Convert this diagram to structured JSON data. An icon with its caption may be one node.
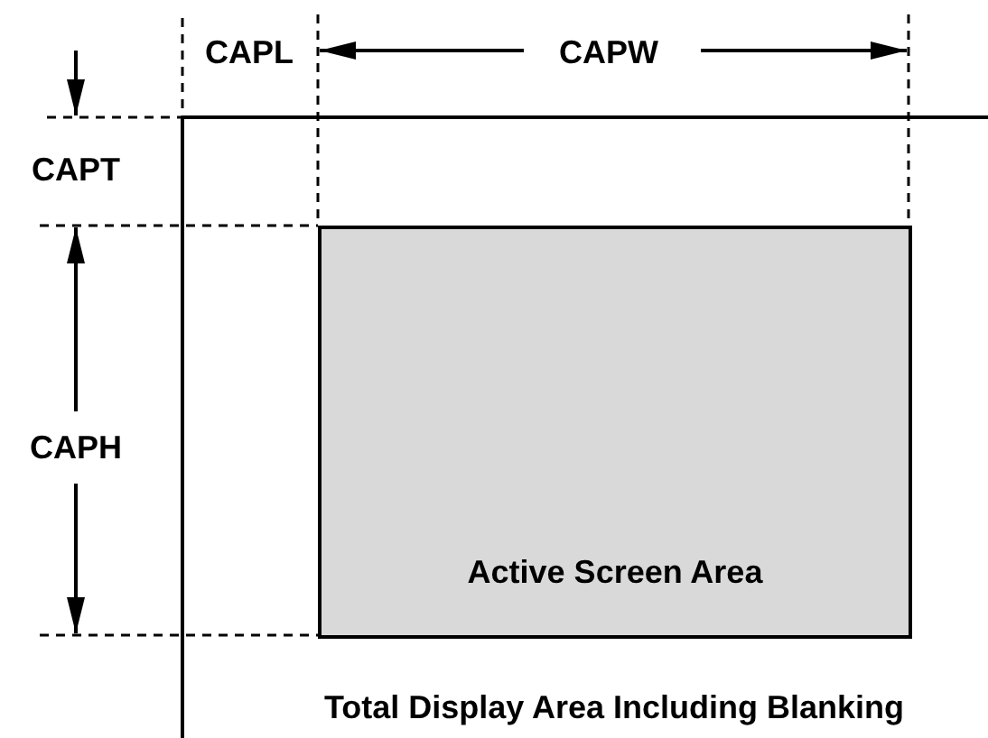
{
  "diagram": {
    "nodes": [
      {
        "text": [
          "Active Screen Area"
        ]
      }
    ],
    "labels": [
      "CAPL",
      "CAPW",
      "CAPT",
      "CAPH",
      "Total Display Area Including Blanking"
    ]
  }
}
